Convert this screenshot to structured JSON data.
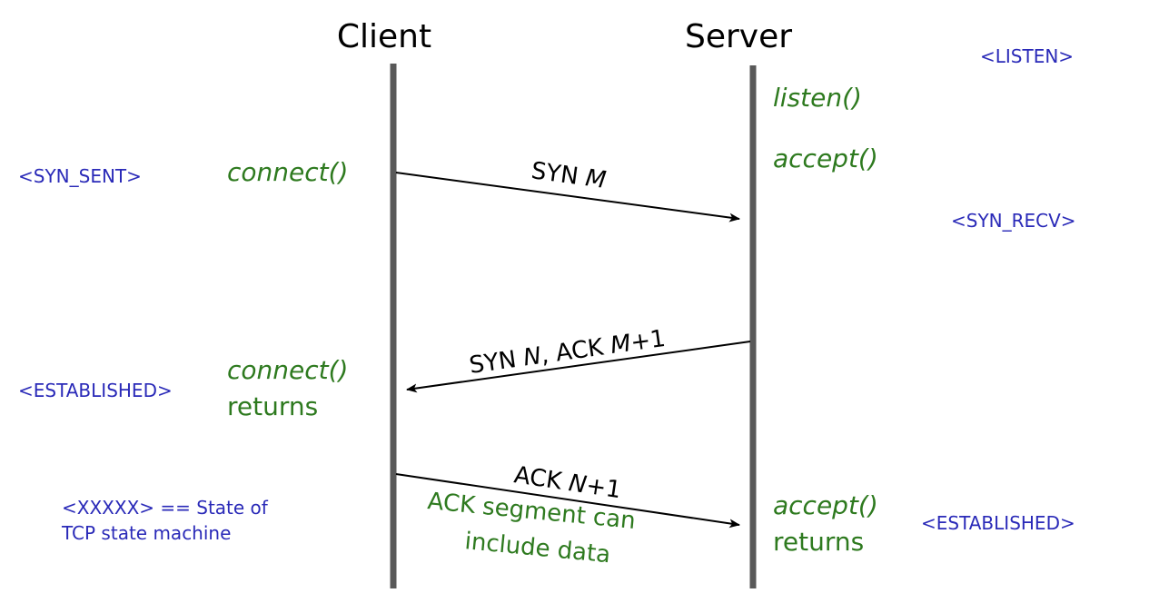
{
  "headers": {
    "client": "Client",
    "server": "Server"
  },
  "states": {
    "listen": "<LISTEN>",
    "syn_sent": "<SYN_SENT>",
    "syn_recv": "<SYN_RECV>",
    "established_client": "<ESTABLISHED>",
    "established_server": "<ESTABLISHED>"
  },
  "legend": {
    "line1": "<XXXXX> == State of",
    "line2": "TCP state machine"
  },
  "calls": {
    "listen": "listen()",
    "accept": "accept()",
    "connect": "connect()",
    "connect_returns_1": "connect()",
    "connect_returns_2": "returns",
    "accept_returns_1": "accept()",
    "accept_returns_2": "returns"
  },
  "segments": {
    "syn": {
      "plain": "SYN ",
      "italic": "M"
    },
    "synack": {
      "p1": "SYN ",
      "i1": "N",
      "p2": ", ACK ",
      "i2": "M",
      "p3": "+1"
    },
    "ack": {
      "p1": "ACK ",
      "i1": "N",
      "p2": "+1"
    }
  },
  "note": {
    "line1": "ACK segment can",
    "line2": "include data"
  },
  "colors": {
    "state": "#2a2ab8",
    "call": "#2e7a1f",
    "lifeline": "#595959",
    "arrow": "#000000"
  }
}
